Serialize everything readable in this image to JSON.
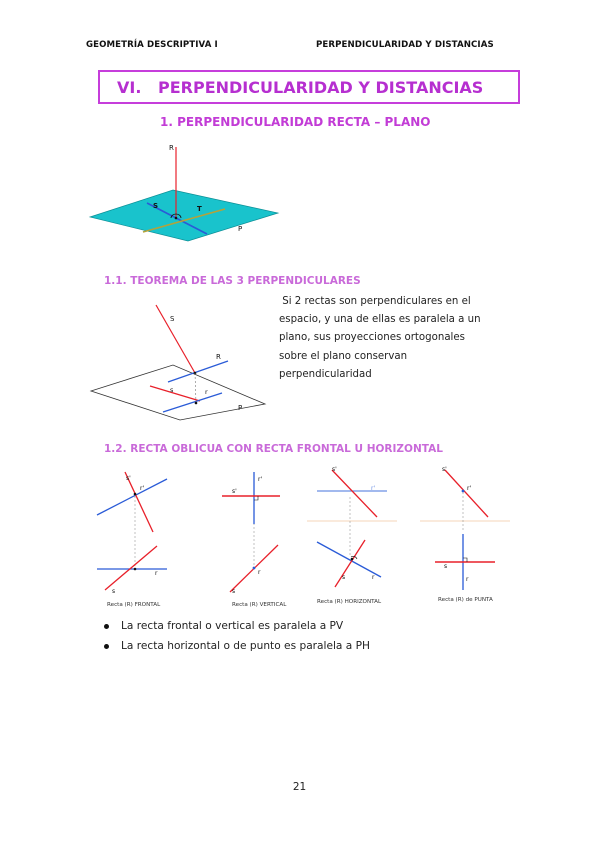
{
  "header": {
    "left": "GEOMETRÍA DESCRIPTIVA I",
    "right": "PERPENDICULARIDAD Y DISTANCIAS"
  },
  "title": {
    "number": "VI.",
    "text": "PERPENDICULARIDAD Y DISTANCIAS"
  },
  "section1": {
    "heading": "1.  PERPENDICULARIDAD RECTA – PLANO",
    "figure_labels": {
      "line_r": "R",
      "line_s": "S",
      "line_t": "T",
      "plane_p": "P"
    }
  },
  "section1_1": {
    "heading": "1.1. TEOREMA DE LAS 3 PERPENDICULARES",
    "paragraph_lines": [
      " Si 2 rectas son perpendiculares en el",
      "espacio, y una de ellas es paralela a un",
      "plano, sus proyecciones ortogonales",
      "sobre el plano conservan",
      "perpendicularidad"
    ],
    "figure_labels": {
      "s_upper": "S",
      "r_upper": "R",
      "s_proj": "s",
      "r_proj": "r",
      "plane": "P"
    }
  },
  "section1_2": {
    "heading": "1.2. RECTA OBLICUA CON RECTA FRONTAL U HORIZONTAL",
    "figures": [
      {
        "caption": "Recta (R) FRONTAL",
        "labels": [
          "s'",
          "r'",
          "s",
          "r"
        ]
      },
      {
        "caption": "Recta (R) VERTICAL",
        "labels": [
          "s'",
          "r'",
          "s",
          "r"
        ]
      },
      {
        "caption": "Recta (R) HORIZONTAL",
        "labels": [
          "s'",
          "r'",
          "s",
          "r"
        ]
      },
      {
        "caption": "Recta (R) de PUNTA",
        "labels": [
          "s'",
          "r'",
          "s",
          "r"
        ]
      }
    ]
  },
  "bullets": [
    "La recta frontal o vertical es paralela a PV",
    "La recta horizontal o de punto es paralela a PH"
  ],
  "page_number": "21",
  "colors": {
    "title_accent": "#b62fd0",
    "box_border": "#c63ddb",
    "subheading": "#c96ad9",
    "line_red": "#e8202a",
    "line_blue": "#2a5bd7",
    "plane_cyan": "#19c3cc",
    "line_olive": "#b4a23a",
    "fold_line": "#f3c9a0"
  }
}
